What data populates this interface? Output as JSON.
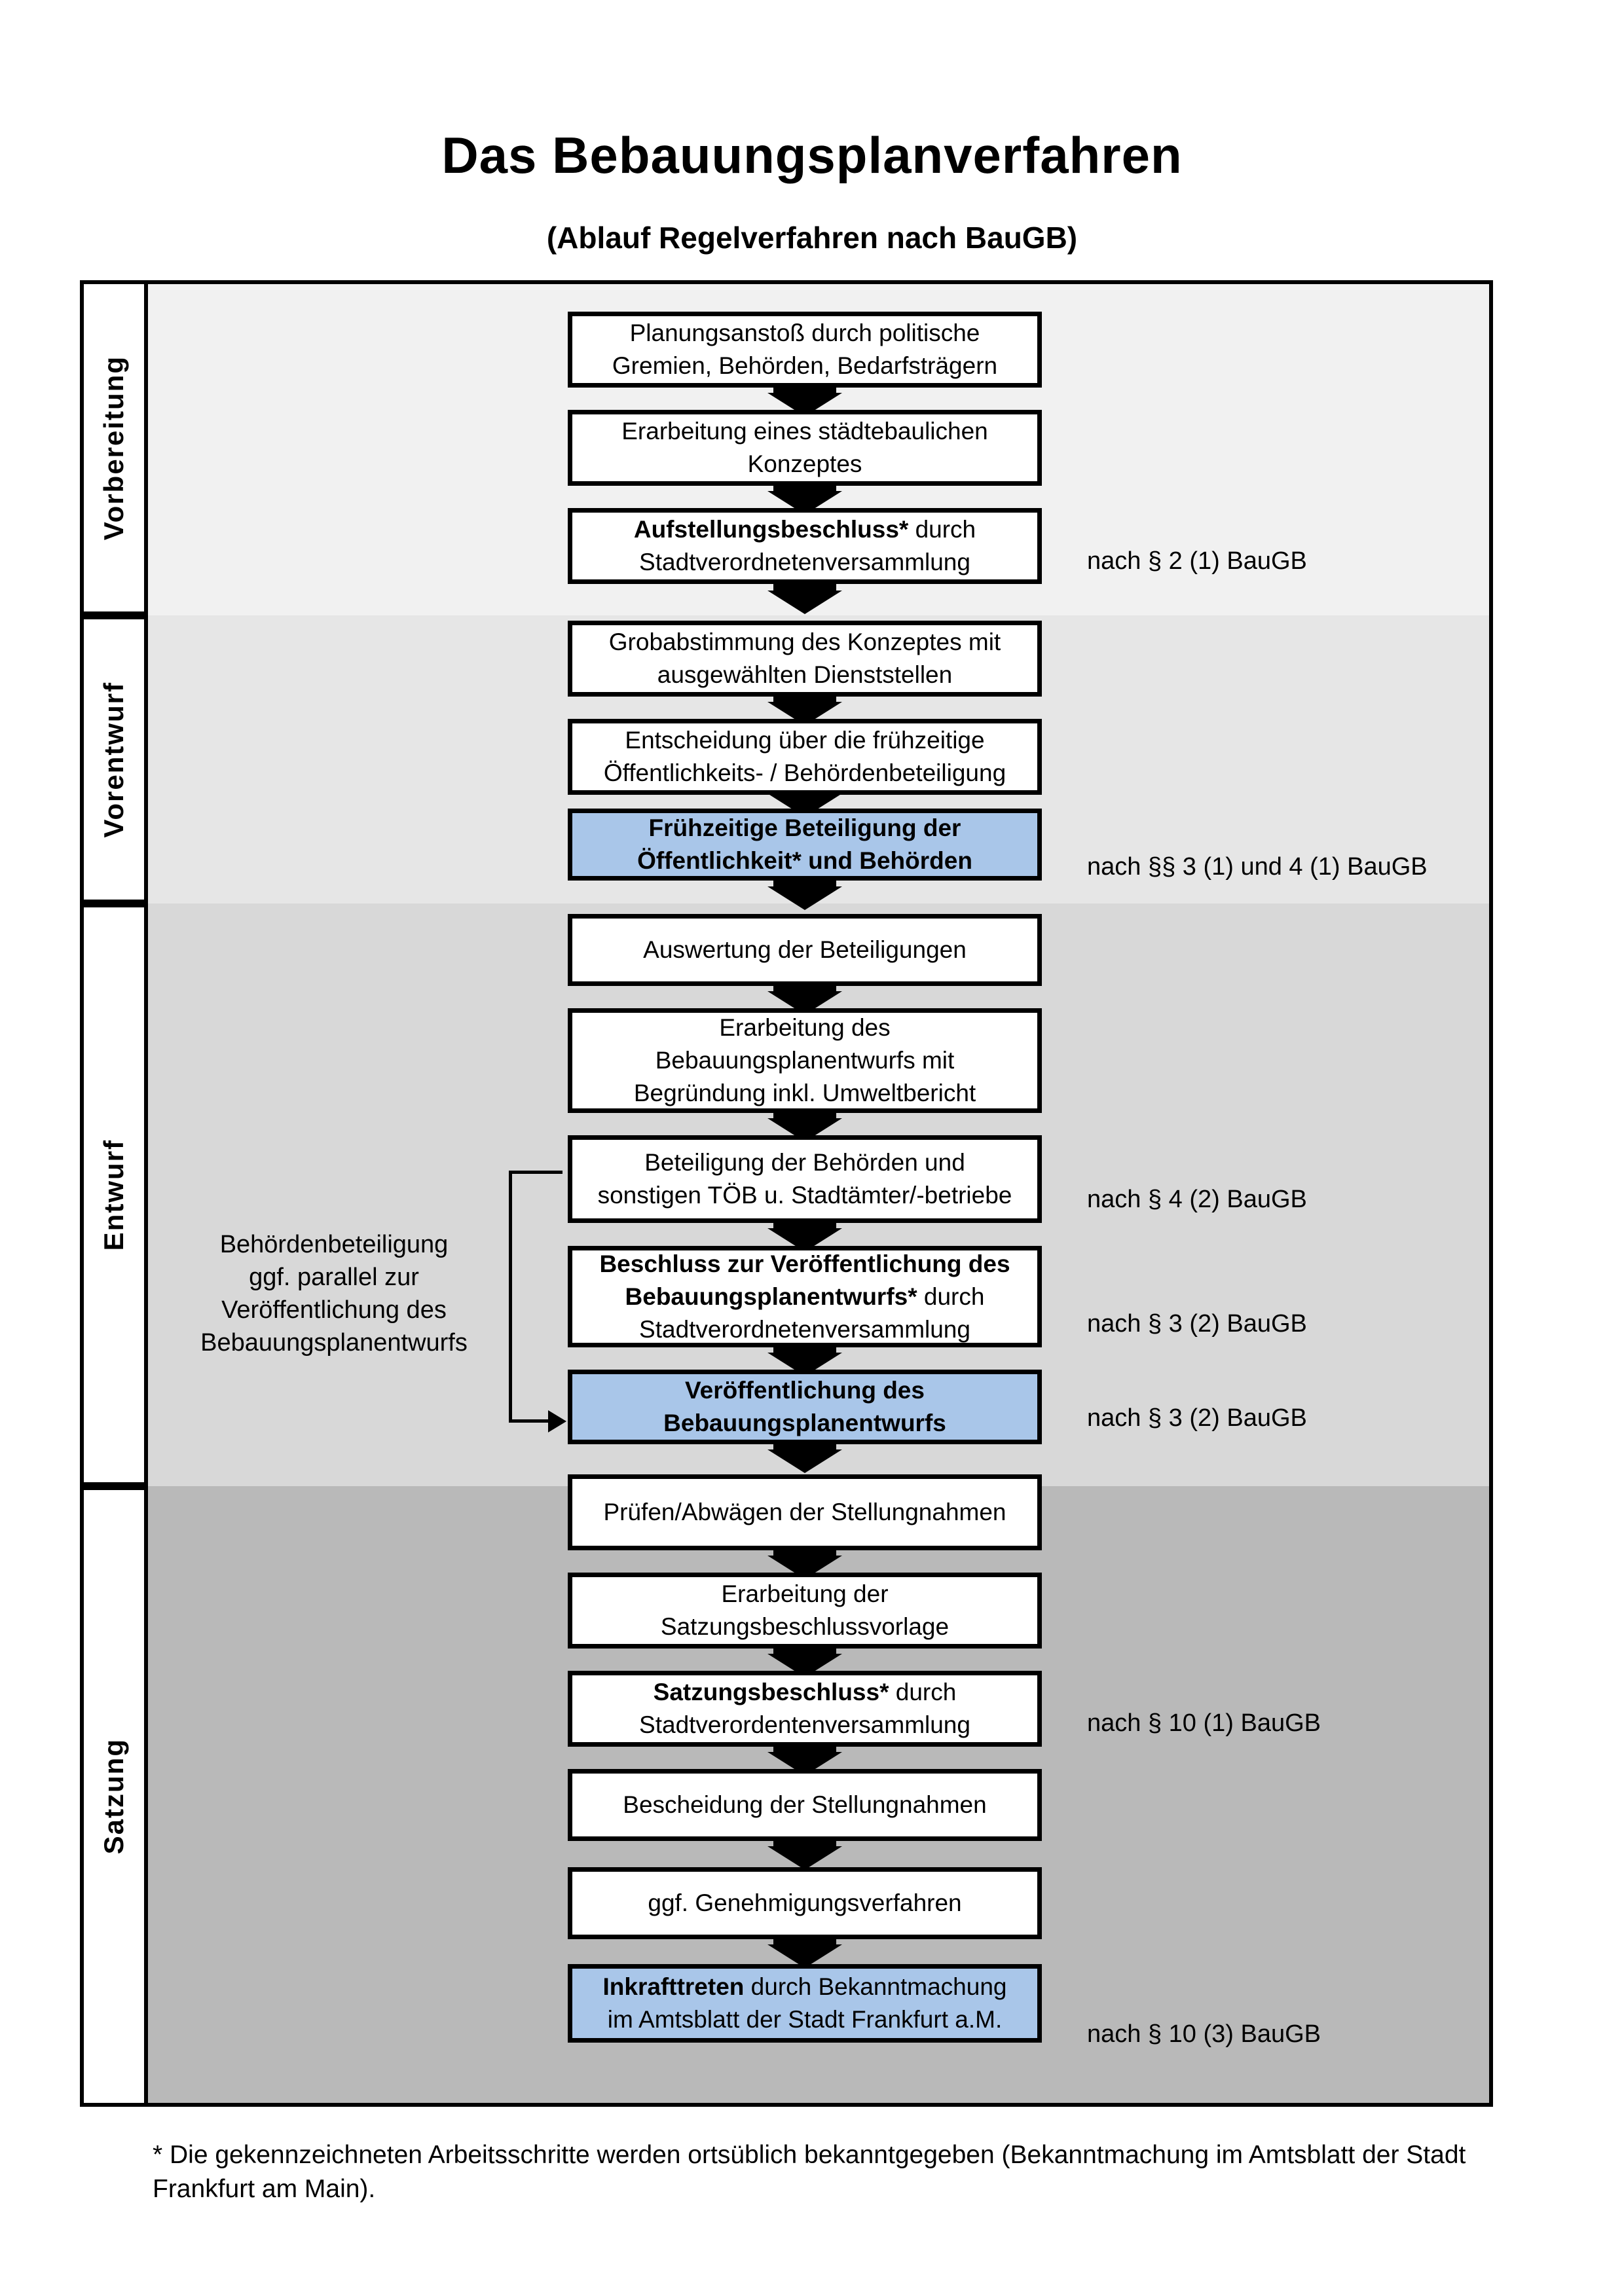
{
  "title": "Das Bebauungsplanverfahren",
  "subtitle": "(Ablauf Regelverfahren nach BauGB)",
  "colors": {
    "highlight_blue": "#a9c6e9",
    "band_vorbereitung": "#f1f1f1",
    "band_vorentwurf": "#e6e6e6",
    "band_entwurf": "#d8d8d8",
    "band_satzung": "#b9b9b9",
    "line_black": "#000000"
  },
  "phases": [
    {
      "label": "Vorbereitung"
    },
    {
      "label": "Vorentwurf"
    },
    {
      "label": "Entwurf"
    },
    {
      "label": "Satzung"
    }
  ],
  "boxes": [
    {
      "bold": "",
      "rest": "Planungsanstoß durch politische\nGremien, Behörden, Bedarfsträgern"
    },
    {
      "bold": "",
      "rest": "Erarbeitung eines städtebaulichen\nKonzeptes"
    },
    {
      "bold": "Aufstellungsbeschluss*",
      "rest": " durch\nStadtverordnetenversammlung"
    },
    {
      "bold": "",
      "rest": "Grobabstimmung des Konzeptes mit\nausgewählten Dienststellen"
    },
    {
      "bold": "",
      "rest": "Entscheidung über die frühzeitige\nÖffentlichkeits- / Behördenbeteiligung"
    },
    {
      "bold": "Frühzeitige Beteiligung der\nÖffentlichkeit* und Behörden",
      "rest": ""
    },
    {
      "bold": "",
      "rest": "Auswertung der Beteiligungen"
    },
    {
      "bold": "",
      "rest": "Erarbeitung des\nBebauungsplanentwurfs mit\nBegründung inkl. Umweltbericht"
    },
    {
      "bold": "",
      "rest": "Beteiligung der Behörden und\nsonstigen TÖB u. Stadtämter/-betriebe"
    },
    {
      "bold": "Beschluss zur Veröffentlichung des\nBebauungsplanentwurfs*",
      "rest": " durch\nStadtverordnetenversammlung"
    },
    {
      "bold": "Veröffentlichung des\nBebauungsplanentwurfs",
      "rest": ""
    },
    {
      "bold": "",
      "rest": "Prüfen/Abwägen der Stellungnahmen"
    },
    {
      "bold": "",
      "rest": "Erarbeitung der\nSatzungsbeschlussvorlage"
    },
    {
      "bold": "Satzungsbeschluss*",
      "rest": " durch\nStadtverordentenversammlung"
    },
    {
      "bold": "",
      "rest": "Bescheidung der Stellungnahmen"
    },
    {
      "bold": "",
      "rest": "ggf. Genehmigungsverfahren"
    },
    {
      "bold": "Inkrafttreten",
      "rest": " durch Bekanntmachung\nim Amtsblatt der Stadt Frankfurt a.M."
    }
  ],
  "references": [
    "nach § 2 (1) BauGB",
    "nach §§ 3 (1) und 4 (1) BauGB",
    "nach § 4 (2) BauGB",
    "nach § 3 (2) BauGB",
    "nach § 3 (2) BauGB",
    "nach § 10 (1) BauGB",
    "nach § 10 (3) BauGB"
  ],
  "side_note": "Behördenbeteiligung\nggf. parallel zur\nVeröffentlichung des\nBebauungsplanentwurfs",
  "footnote": "* Die gekennzeichneten Arbeitsschritte werden ortsüblich bekanntgegeben (Bekanntmachung im Amtsblatt  der Stadt\nFrankfurt am Main)."
}
